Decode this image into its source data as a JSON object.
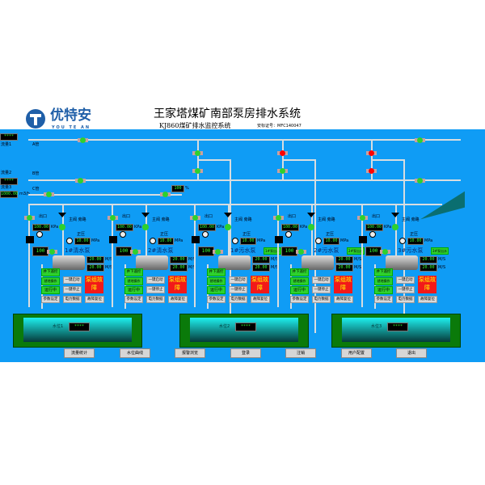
{
  "logo": {
    "name": "优特安",
    "sub": "YOU TE AN"
  },
  "header": {
    "title": "王家塔煤矿南部泵房排水系统",
    "subtitle": "KJ860煤矿排水监控系统",
    "cert": "安标证号：MFC140047"
  },
  "left": {
    "flow1_label": "流量1",
    "flow1": "****",
    "flow2_label": "流量2",
    "flow2": "****",
    "flow3_label": "流量3",
    "flow3": "1000.00",
    "unit": "m3/h"
  },
  "pipes": {
    "a": "A管",
    "b": "B管",
    "c": "C管",
    "c_value": "100",
    "c_unit": "%"
  },
  "colors": {
    "background": "#0f9cf5",
    "running": "#2ed12e",
    "fault": "#f2191a"
  },
  "pumps": [
    {
      "name": "1#清水泵",
      "badge": ""
    },
    {
      "name": "2#清水泵",
      "badge": ""
    },
    {
      "name": "1#污水泵",
      "badge": "1#泵出水"
    },
    {
      "name": "2#污水泵",
      "badge": "2#泵出水"
    },
    {
      "name": "3#污水泵",
      "badge": "3#泵出水"
    }
  ],
  "pump_common": {
    "outlet_label": "出口",
    "outlet_value": "100.00",
    "outlet_unit": "KPa",
    "valve_labels": "主阀 旁路",
    "vacuum_value": "100",
    "pressure_label": "正压",
    "pressure_value": "10.00",
    "pressure_unit": "MPa",
    "flow1": "20.00",
    "flow2": "20.00",
    "flow_unit": "M/S",
    "status1": "井下遥控",
    "status2": "就地操作",
    "status3": "运行中",
    "start": "一键启动",
    "stop": "一键停止",
    "alarm": "泵组故障",
    "params": "参数设定",
    "power": "电力数据",
    "reset": "故障复位"
  },
  "sumps": [
    {
      "label": "水位1",
      "value": "****"
    },
    {
      "label": "水位2",
      "value": "****"
    },
    {
      "label": "水位3",
      "value": "****"
    }
  ],
  "bottom_buttons": [
    "流量统计",
    "水位曲线",
    "报警浏览",
    "登录",
    "注销",
    "用户配置",
    "退出"
  ]
}
